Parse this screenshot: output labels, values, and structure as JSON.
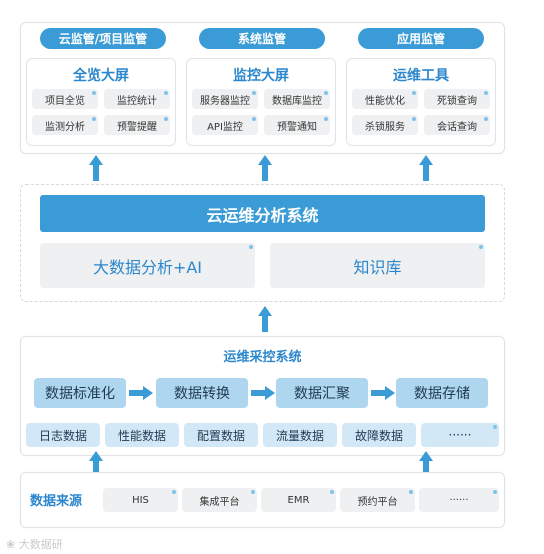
{
  "top": {
    "pills": [
      "云监管/项目监管",
      "系统监管",
      "应用监管"
    ],
    "cards": [
      {
        "title": "全览大屏",
        "items": [
          "项目全览",
          "监控统计",
          "监测分析",
          "预警提醒"
        ]
      },
      {
        "title": "监控大屏",
        "items": [
          "服务器监控",
          "数据库监控",
          "API监控",
          "预警通知"
        ]
      },
      {
        "title": "运维工具",
        "items": [
          "性能优化",
          "死锁查询",
          "杀锁服务",
          "会话查询"
        ]
      }
    ]
  },
  "analysis": {
    "title": "云运维分析系统",
    "left": "大数据分析+AI",
    "right": "知识库"
  },
  "collection": {
    "title": "运维采控系统",
    "steps": [
      "数据标准化",
      "数据转换",
      "数据汇聚",
      "数据存储"
    ],
    "types": [
      "日志数据",
      "性能数据",
      "配置数据",
      "流量数据",
      "故障数据",
      "······"
    ]
  },
  "sources": {
    "label": "数据来源",
    "items": [
      "HIS",
      "集成平台",
      "EMR",
      "预约平台",
      "······"
    ]
  },
  "watermark": "大数据研",
  "colors": {
    "primary": "#3a9bd6",
    "title": "#2c87cc",
    "step": "#aed6ef",
    "light": "#d2e8f6",
    "grey": "#eef0f2"
  }
}
